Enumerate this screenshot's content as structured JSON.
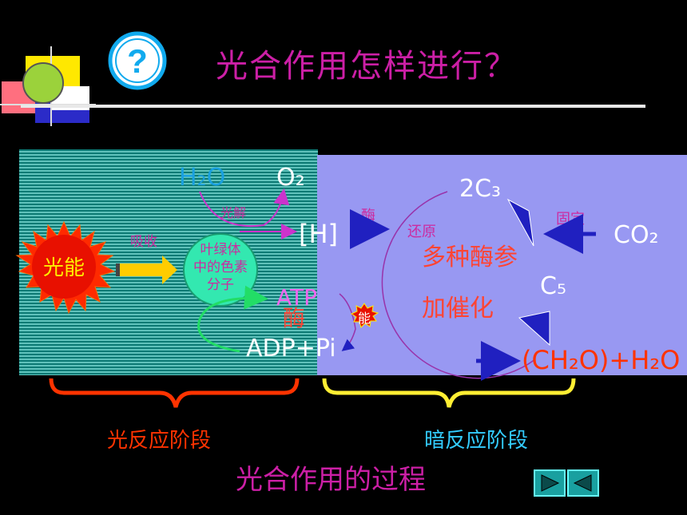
{
  "title": "光合作用怎样进行？",
  "light_reaction": {
    "sun_label": "光能",
    "absorb_label": "吸收",
    "pigment_label": "叶绿体中的色素分子",
    "water": "H₂O",
    "photolysis_label": "光解",
    "oxygen": "O₂",
    "hydrogen": "[H]",
    "atp": "ATP",
    "enzyme_atp": "酶",
    "adp": "ADP+Pi"
  },
  "dark_reaction": {
    "enzyme_label": "酶",
    "reduce_label": "还原",
    "c3": "2C₃",
    "fix_label": "固定",
    "co2": "CO₂",
    "c5": "C₅",
    "catalysis_line1": "多种酶参",
    "catalysis_line2": "加催化",
    "energy_badge": "能",
    "product": "(CH₂O)+H₂O"
  },
  "stage_labels": {
    "light": "光反应阶段",
    "dark": "暗反应阶段"
  },
  "caption": "光合作用的过程",
  "nav": {
    "next_icon": "play-right-icon",
    "prev_icon": "play-left-icon"
  },
  "colors": {
    "title": "#cc1fa6",
    "light_stage": "#ff3300",
    "dark_stage": "#33ccff",
    "caption": "#cc1fa6"
  }
}
